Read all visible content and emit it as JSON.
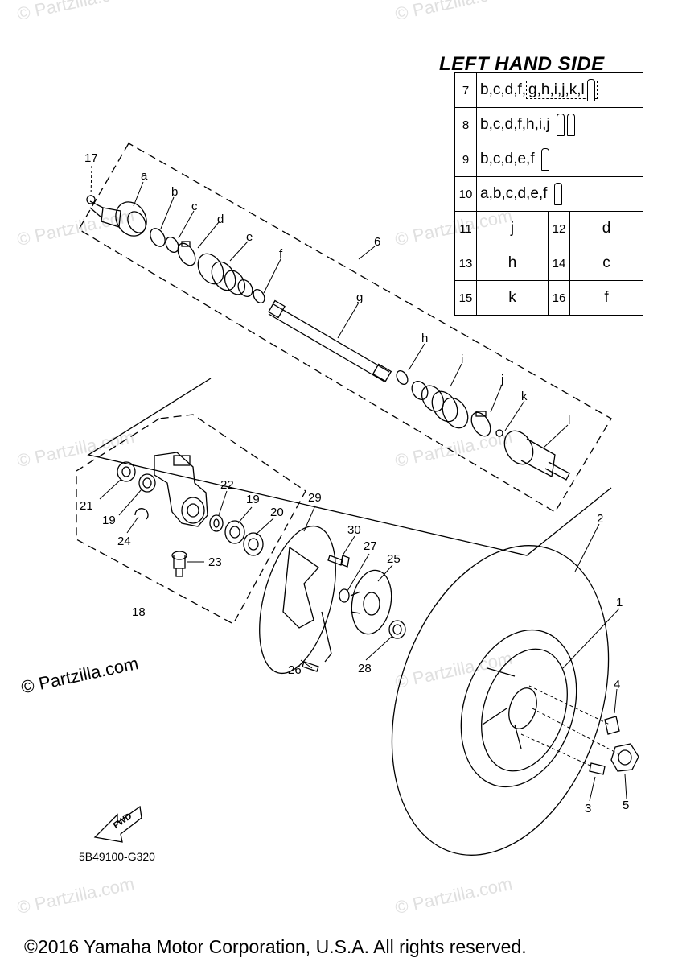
{
  "watermark": "© Partzilla.com",
  "table": {
    "title": "LEFT HAND SIDE",
    "rows": [
      {
        "num": "7",
        "code_a": "b,c,d,f",
        "code_b": "g,h,i,j,k,l"
      },
      {
        "num": "8",
        "code_a": "b,c,d,f,h,i,j"
      },
      {
        "num": "9",
        "code_a": "b,c,d,e,f"
      },
      {
        "num": "10",
        "code_a": "a,b,c,d,e,f"
      }
    ],
    "pairs": [
      {
        "n1": "11",
        "v1": "j",
        "n2": "12",
        "v2": "d"
      },
      {
        "n1": "13",
        "v1": "h",
        "n2": "14",
        "v2": "c"
      },
      {
        "n1": "15",
        "v1": "k",
        "n2": "16",
        "v2": "f"
      }
    ]
  },
  "labels": {
    "l17": "17",
    "la": "a",
    "lb": "b",
    "lc": "c",
    "ld": "d",
    "le": "e",
    "lf": "f",
    "l6": "6",
    "lg": "g",
    "lh": "h",
    "li": "i",
    "lj": "j",
    "lk": "k",
    "ll": "l",
    "l2": "2",
    "l1": "1",
    "l4": "4",
    "l3": "3",
    "l5": "5",
    "l21": "21",
    "l19a": "19",
    "l24": "24",
    "l22": "22",
    "l19b": "19",
    "l20": "20",
    "l23": "23",
    "l18": "18",
    "l29": "29",
    "l30": "30",
    "l27": "27",
    "l25": "25",
    "l26": "26",
    "l28": "28"
  },
  "copyright_watermark": "© Partzilla.com",
  "fwd": "FWD",
  "diagram_code": "5B49100-G320",
  "footer": "©2016 Yamaha Motor Corporation, U.S.A. All rights reserved."
}
